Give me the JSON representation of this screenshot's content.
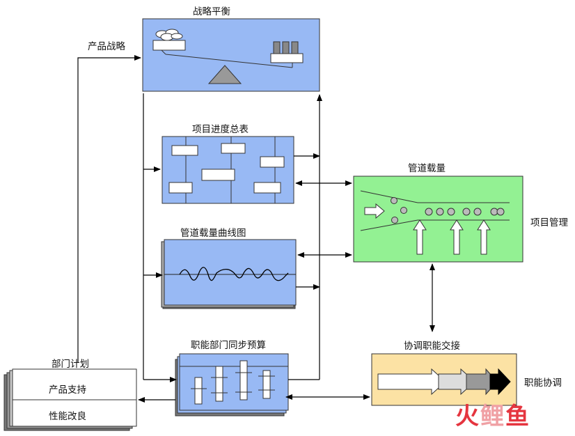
{
  "labels": {
    "strategy_balance": "战略平衡",
    "product_strategy": "产品战略",
    "project_schedule": "项目进度总表",
    "pipeline_load": "管道载量",
    "project_management": "项目管理",
    "pipeline_curve": "管道载量曲线图",
    "functional_budget": "职能部门同步预算",
    "coordination": "协调职能交接",
    "functional_coordination": "职能协调",
    "dept_plan": "部门计划",
    "product_support": "产品支持",
    "performance_improve": "性能改良"
  },
  "watermark": {
    "glyph1": "火",
    "glyph2": "鲤",
    "glyph3": "鱼"
  },
  "colors": {
    "blue_box": "#98b9f4",
    "green_box": "#93f193",
    "orange_box": "#fce2a4",
    "gray_shadow": "#7a7a7a",
    "arrow": "#000000",
    "brand_red": "#e5353f"
  }
}
